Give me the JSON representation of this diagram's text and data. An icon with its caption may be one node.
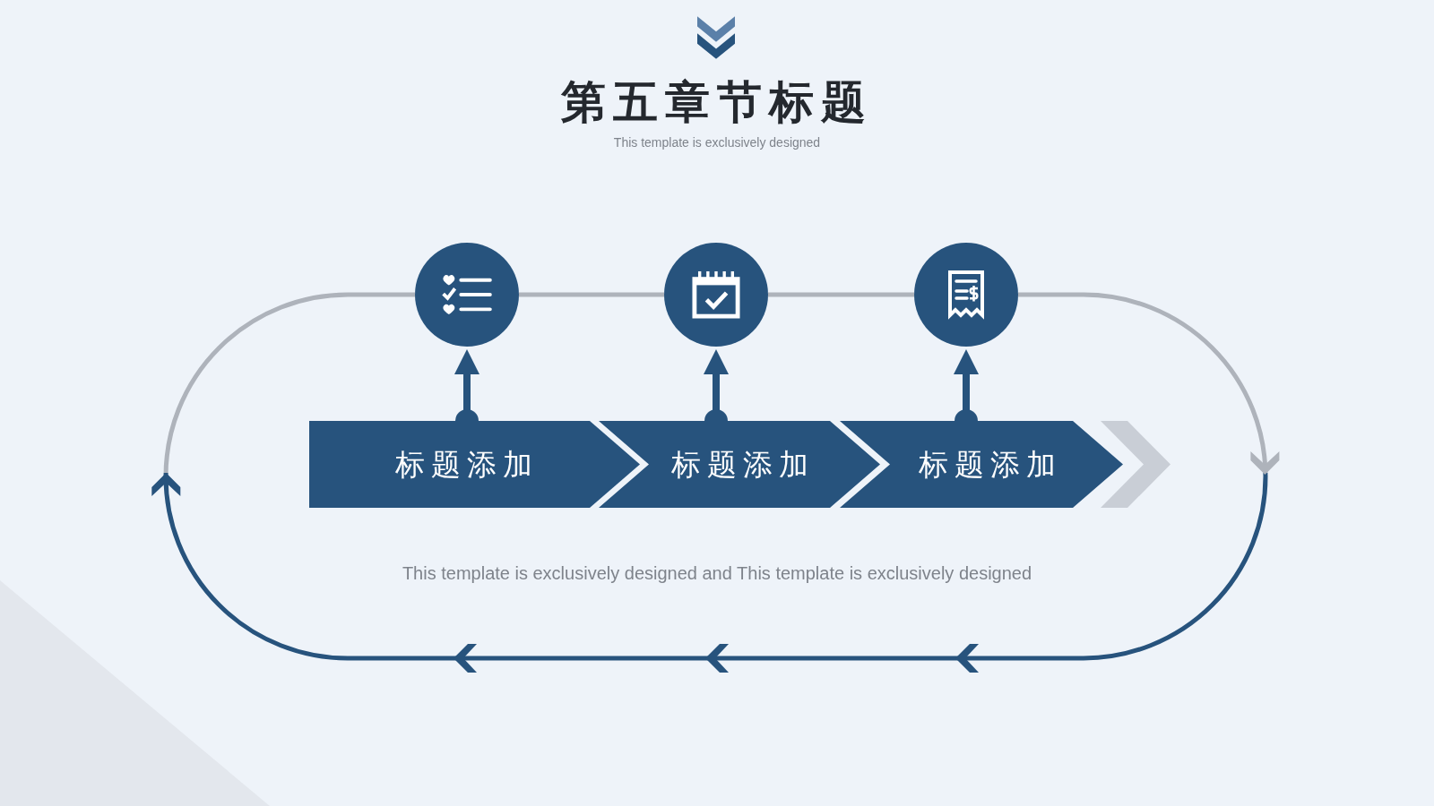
{
  "diagram": {
    "title": "第五章节标题",
    "nodes": [
      {
        "text": [],
        "shape": "circle"
      },
      {
        "text": [],
        "shape": "circle"
      },
      {
        "text": [],
        "shape": "circle"
      },
      {
        "text": [
          "标题添加"
        ]
      },
      {
        "text": [
          "标题添加"
        ]
      },
      {
        "text": [
          "标题添加"
        ]
      },
      {
        "text": [],
        "shape": "chevron"
      }
    ],
    "edges": [
      {
        "from": 3,
        "to": 0,
        "arrow": "to"
      },
      {
        "from": 4,
        "to": 1,
        "arrow": "to"
      },
      {
        "from": 5,
        "to": 2,
        "arrow": "to"
      },
      {
        "from": 0,
        "to": 1,
        "arrow": "none",
        "color": "#aeb3bb"
      },
      {
        "from": 1,
        "to": 2,
        "arrow": "none",
        "color": "#aeb3bb"
      },
      {
        "from": 2,
        "to": 0,
        "arrow": "to"
      }
    ],
    "labels": [
      "This template is exclusively designed",
      "This template is exclusively designed and This template is exclusively designed"
    ]
  }
}
